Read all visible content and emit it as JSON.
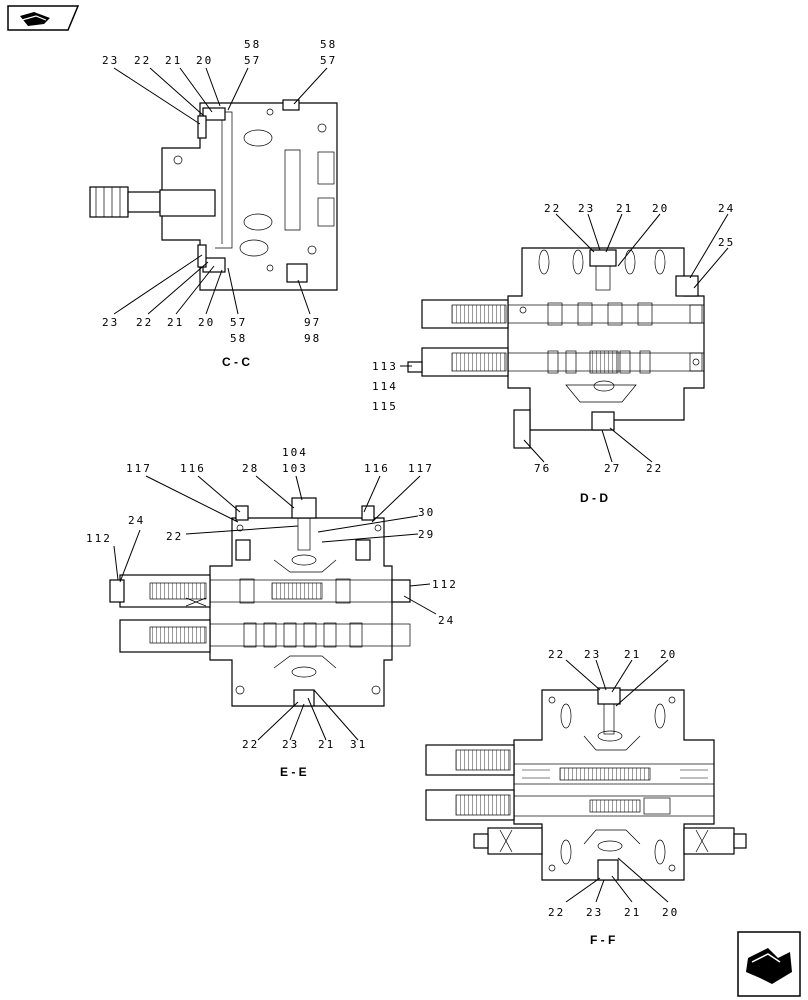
{
  "views": {
    "cc": {
      "title": "C - C",
      "top_labels": [
        "23",
        "22",
        "21",
        "20",
        "58",
        "57",
        "58",
        "57"
      ],
      "bottom_labels": [
        "23",
        "22",
        "21",
        "20",
        "57",
        "58",
        "97",
        "98"
      ]
    },
    "dd": {
      "title": "D - D",
      "top_labels": [
        "22",
        "23",
        "21",
        "20",
        "24",
        "25"
      ],
      "left_labels": [
        "113",
        "114",
        "115"
      ],
      "bottom_labels": [
        "76",
        "27",
        "22"
      ]
    },
    "ee": {
      "title": "E - E",
      "top_labels": [
        "117",
        "116",
        "28",
        "104",
        "103",
        "116",
        "117"
      ],
      "side_labels": [
        "24",
        "112",
        "22",
        "30",
        "29",
        "112",
        "24"
      ],
      "bottom_labels": [
        "22",
        "23",
        "21",
        "31"
      ]
    },
    "ff": {
      "title": "F - F",
      "top_labels": [
        "22",
        "23",
        "21",
        "20"
      ],
      "bottom_labels": [
        "22",
        "23",
        "21",
        "20"
      ]
    }
  },
  "nav": {
    "prev_icon": "back-arrow-icon",
    "next_icon": "forward-arrow-icon"
  }
}
